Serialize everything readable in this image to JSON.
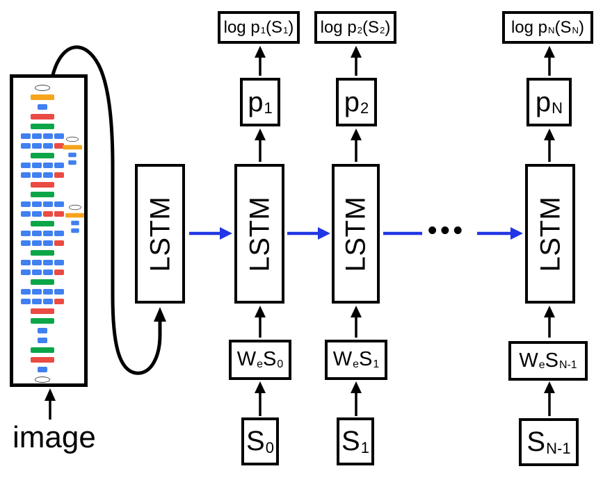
{
  "labels": {
    "image": "image",
    "lstm": "LSTM",
    "ellipsis": "•••"
  },
  "colors": {
    "ink": "#000000",
    "arrow_blue": "#2136e4",
    "cnn_blue": "#4080f0",
    "cnn_red": "#ea4b42",
    "cnn_green": "#0ca648",
    "cnn_yellow": "#f6a41d"
  },
  "columns": [
    {
      "log": [
        [
          "t",
          "log p"
        ],
        [
          "s",
          "1"
        ],
        [
          "t",
          "(S"
        ],
        [
          "s",
          "1"
        ],
        [
          "t",
          ")"
        ]
      ],
      "p": [
        [
          "t",
          "p"
        ],
        [
          "s",
          "1"
        ]
      ],
      "we": [
        [
          "t",
          "W"
        ],
        [
          "s",
          "e"
        ],
        [
          "t",
          "S"
        ],
        [
          "s",
          "0"
        ]
      ],
      "s": [
        [
          "t",
          "S"
        ],
        [
          "s",
          "0"
        ]
      ]
    },
    {
      "log": [
        [
          "t",
          "log p"
        ],
        [
          "s",
          "2"
        ],
        [
          "t",
          "(S"
        ],
        [
          "s",
          "2"
        ],
        [
          "t",
          ")"
        ]
      ],
      "p": [
        [
          "t",
          "p"
        ],
        [
          "s",
          "2"
        ]
      ],
      "we": [
        [
          "t",
          "W"
        ],
        [
          "s",
          "e"
        ],
        [
          "t",
          "S"
        ],
        [
          "s",
          "1"
        ]
      ],
      "s": [
        [
          "t",
          "S"
        ],
        [
          "s",
          "1"
        ]
      ]
    },
    {
      "log": [
        [
          "t",
          "log p"
        ],
        [
          "s",
          "N"
        ],
        [
          "t",
          "(S"
        ],
        [
          "s",
          "N"
        ],
        [
          "t",
          ")"
        ]
      ],
      "p": [
        [
          "t",
          "p"
        ],
        [
          "s",
          "N"
        ]
      ],
      "we": [
        [
          "t",
          "W"
        ],
        [
          "s",
          "e"
        ],
        [
          "t",
          "S"
        ],
        [
          "s",
          "N-1"
        ]
      ],
      "s": [
        [
          "t",
          "S"
        ],
        [
          "s",
          "N-1"
        ]
      ]
    }
  ],
  "cnn": {
    "rows": [
      [
        "e"
      ],
      [
        "b",
        "yellow"
      ],
      [
        "k",
        [
          "blue"
        ]
      ],
      [
        "b",
        "red"
      ],
      [
        "b",
        "green"
      ],
      [
        "k",
        [
          "blue",
          "blue",
          "blue",
          "blue"
        ]
      ],
      [
        "k",
        [
          "blue",
          "blue",
          "blue",
          "red"
        ]
      ],
      [
        "b",
        "green"
      ],
      [
        "k",
        [
          "blue",
          "blue",
          "blue",
          "blue"
        ]
      ],
      [
        "k",
        [
          "blue",
          "blue",
          "blue",
          "red"
        ]
      ],
      [
        "b",
        "red"
      ],
      [
        "b",
        "green"
      ],
      [
        "k",
        [
          "blue",
          "blue",
          "blue",
          "blue"
        ]
      ],
      [
        "k",
        [
          "blue",
          "blue",
          "red",
          "red"
        ]
      ],
      [
        "b",
        "green"
      ],
      [
        "k",
        [
          "blue",
          "blue",
          "blue",
          "blue"
        ]
      ],
      [
        "k",
        [
          "blue",
          "blue",
          "blue",
          "red"
        ]
      ],
      [
        "b",
        "green"
      ],
      [
        "k",
        [
          "blue",
          "blue",
          "blue",
          "blue"
        ]
      ],
      [
        "k",
        [
          "blue",
          "blue",
          "blue",
          "red"
        ]
      ],
      [
        "b",
        "green"
      ],
      [
        "k",
        [
          "blue",
          "blue",
          "blue",
          "blue"
        ]
      ],
      [
        "k",
        [
          "blue",
          "blue",
          "blue",
          "red"
        ]
      ],
      [
        "b",
        "red"
      ],
      [
        "b",
        "green"
      ],
      [
        "k",
        [
          "blue"
        ]
      ],
      [
        "k",
        [
          "blue"
        ]
      ],
      [
        "b",
        "green"
      ],
      [
        "b",
        "red"
      ],
      [
        "k",
        [
          "blue"
        ]
      ],
      [
        "e"
      ]
    ],
    "aux_items": [
      "e",
      "yellow",
      "blue",
      "blue"
    ]
  }
}
